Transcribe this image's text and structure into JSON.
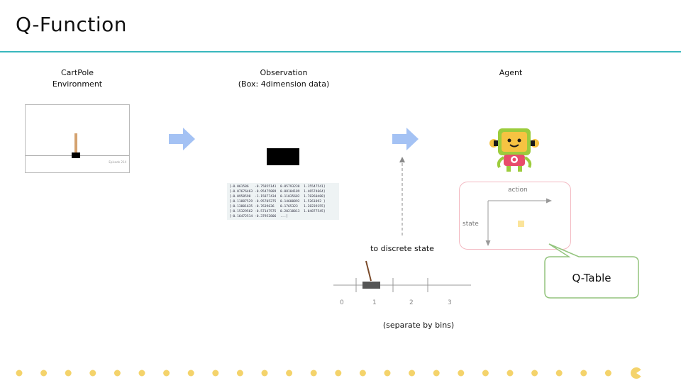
{
  "slide": {
    "title": "Q-Function"
  },
  "environment": {
    "label_line1": "CartPole",
    "label_line2": "Environment",
    "episode_text": "Episode 214"
  },
  "observation": {
    "label_line1": "Observation",
    "label_line2": "(Box: 4dimension data)",
    "data_lines": [
      "[-0.061586   -0.75855141  0.05793238  1.15547541]",
      "[-0.07676463 -0.95475889  0.08104189  1.46574664]",
      "[-0.0958598  -1.15877434  0.11035682  1.78260488]",
      "[-0.11887529 -0.95705275  0.14600892  1.5261892 ]",
      "[-0.13801635 -0.7639636   0.1765323   1.28239155]",
      "[-0.15329562 -0.57147575  0.20218013  1.04877545]",
      "[-0.16472514 -0.37952806  ...]"
    ]
  },
  "discretize": {
    "label": "to discrete state",
    "bin_labels": [
      "0",
      "1",
      "2",
      "3"
    ],
    "caption": "(separate by bins)"
  },
  "agent": {
    "label": "Agent"
  },
  "qtable": {
    "action_label": "action",
    "state_label": "state",
    "callout_text": "Q-Table"
  },
  "colors": {
    "title_rule": "#39b8bd",
    "flow_arrow": "#a4c2f4",
    "dots": "#f4d36b",
    "qtable_border": "#f3b9c2",
    "callout_border": "#93c47d"
  }
}
